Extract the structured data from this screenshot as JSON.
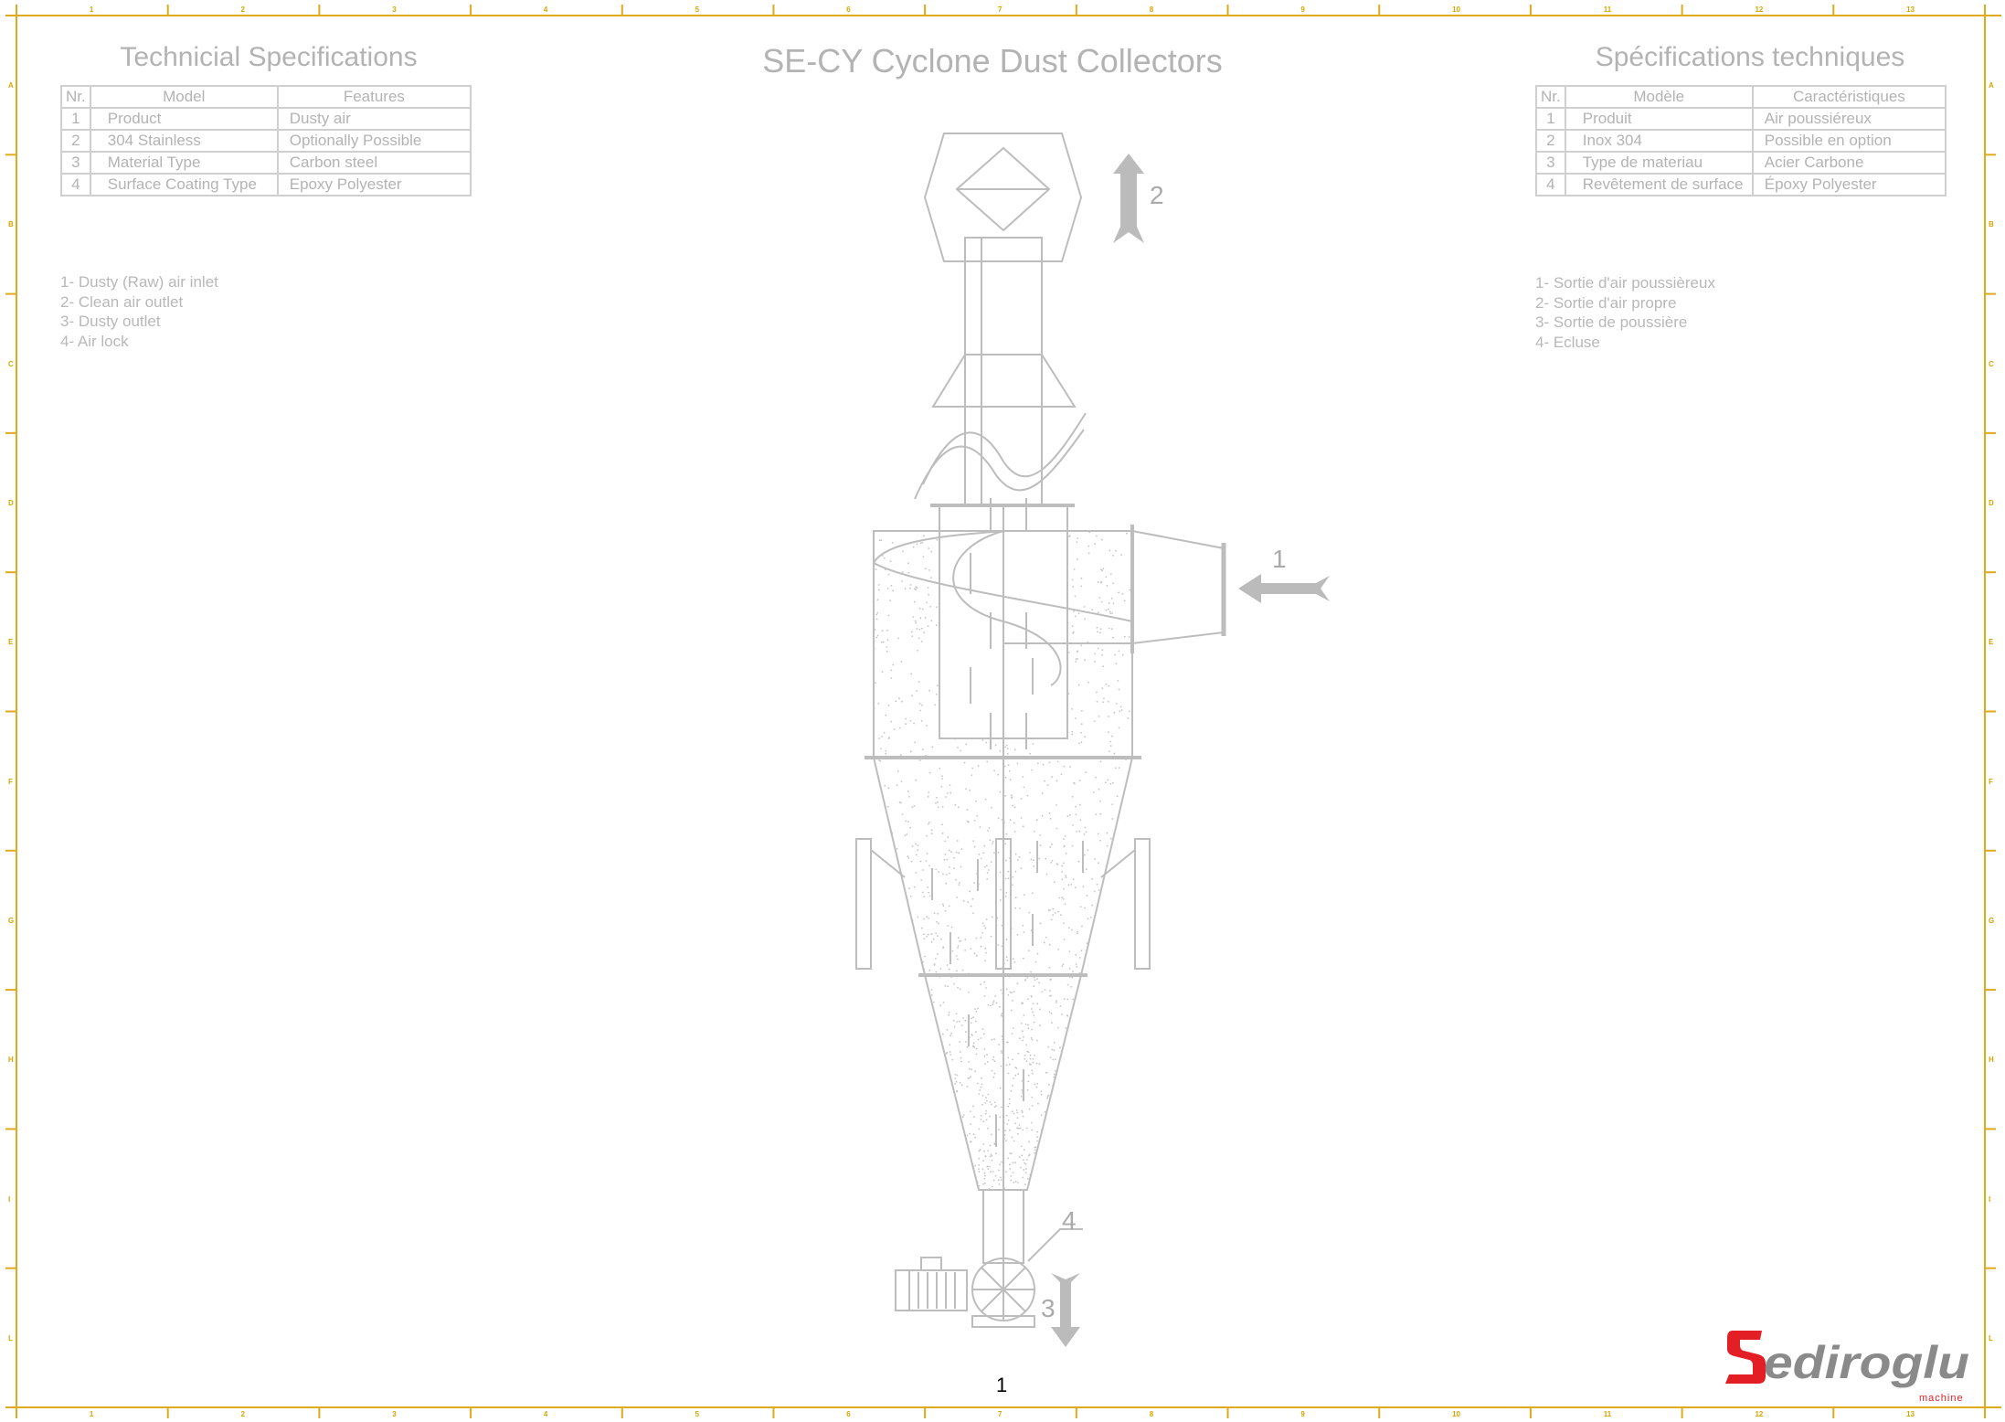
{
  "header": {
    "title": "SE-CY Cyclone Dust Collectors"
  },
  "left": {
    "title": "Technicial Specifications",
    "table": {
      "headers": [
        "Nr.",
        "Model",
        "Features"
      ],
      "rows": [
        [
          "1",
          "Product",
          "Dusty air"
        ],
        [
          "2",
          "304 Stainless",
          "Optionally Possible"
        ],
        [
          "3",
          "Material Type",
          "Carbon steel"
        ],
        [
          "4",
          "Surface Coating Type",
          "Epoxy Polyester"
        ]
      ]
    },
    "notes": [
      "1- Dusty (Raw) air inlet",
      "2- Clean air outlet",
      "3- Dusty outlet",
      "4- Air lock"
    ]
  },
  "right": {
    "title": "Spécifications techniques",
    "table": {
      "headers": [
        "Nr.",
        "Modèle",
        "Caractéristiques"
      ],
      "rows": [
        [
          "1",
          "Produit",
          "Air poussiéreux"
        ],
        [
          "2",
          "Inox 304",
          "Possible en option"
        ],
        [
          "3",
          "Type de materiau",
          "Acier Carbone"
        ],
        [
          "4",
          "Revêtement de surface",
          "Époxy Polyester"
        ]
      ]
    },
    "notes": [
      "1- Sortie d'air poussièreux",
      "2- Sortie d'air propre",
      "3- Sortie de poussière",
      "4- Ecluse"
    ]
  },
  "drawing": {
    "labels": [
      "1",
      "2",
      "3",
      "4"
    ]
  },
  "page_number": "1",
  "logo": {
    "name": "Sediroglu",
    "sub": "machine",
    "brand_red": "#e31e24",
    "brand_gray": "#8a8a8a"
  },
  "frame": {
    "color": "#e0aa1e",
    "columns": [
      "1",
      "2",
      "3",
      "4",
      "5",
      "6",
      "7",
      "8",
      "9",
      "10",
      "11",
      "12",
      "13"
    ],
    "rows": [
      "A",
      "B",
      "C",
      "D",
      "E",
      "F",
      "G",
      "H",
      "I",
      "L"
    ]
  }
}
